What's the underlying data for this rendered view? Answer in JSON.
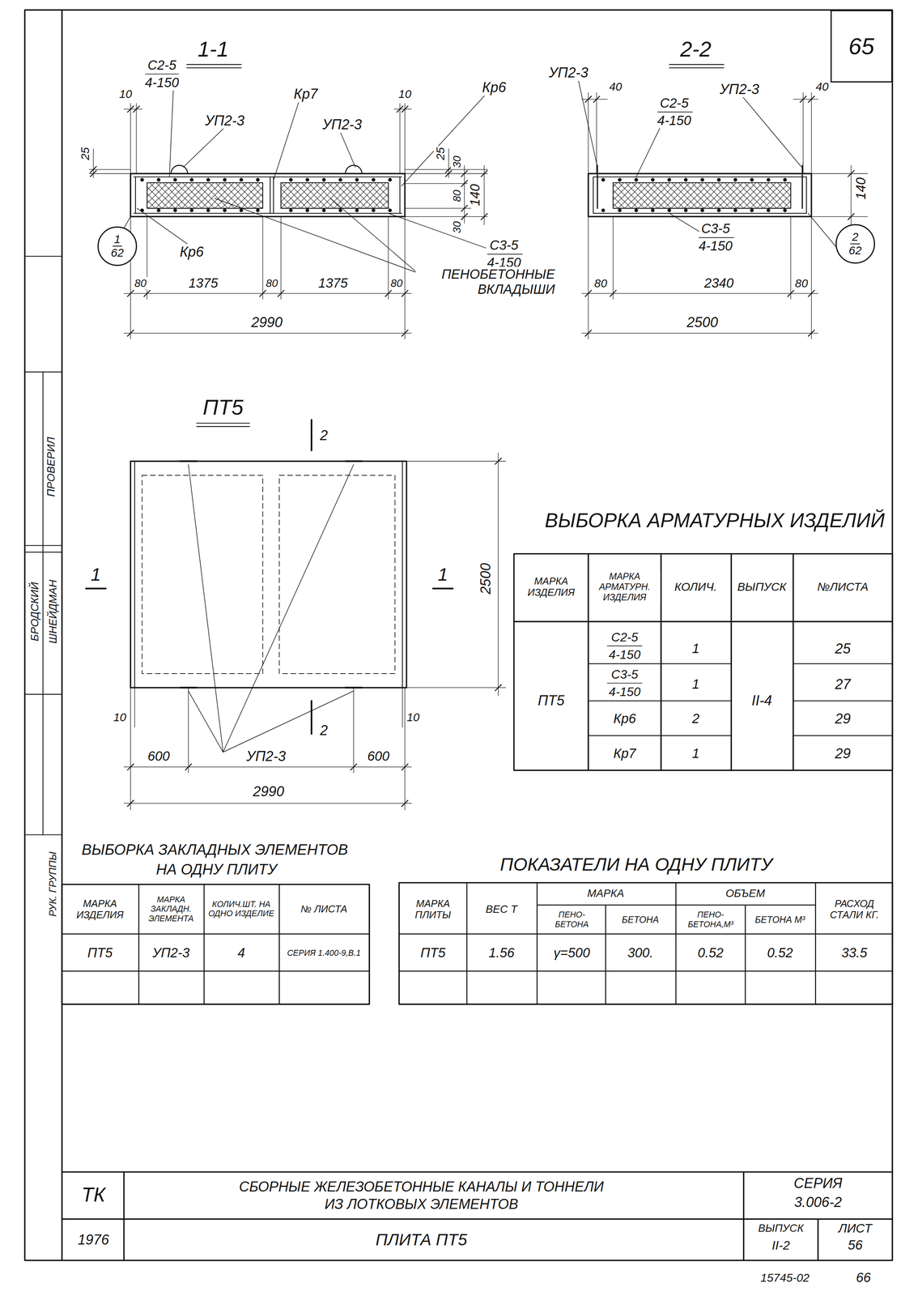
{
  "diagram": {
    "nodes": [
      {
        "text": [
          "65"
        ]
      },
      {
        "text": [
          "1",
          "62"
        ]
      },
      {
        "text": [
          "2",
          "62"
        ]
      }
    ],
    "labels": [
      "1-1",
      "С2-5",
      "4-150",
      "10",
      "УП2-3",
      "Кр7",
      "УП2-3",
      "10",
      "Кр6",
      "25",
      "25",
      "30",
      "80",
      "30",
      "140",
      "С3-5",
      "4-150",
      "Кр6",
      "ПЕНОБЕТОННЫЕ ВКЛАДЫШИ",
      "80",
      "1375",
      "80",
      "1375",
      "80",
      "2990",
      "2-2",
      "УП2-3",
      "УП2-3",
      "40",
      "40",
      "С2-5",
      "4-150",
      "140",
      "С3-5",
      "4-150",
      "80",
      "2340",
      "80",
      "2500",
      "ПТ5",
      "2",
      "1",
      "1",
      "2500",
      "2",
      "10",
      "10",
      "600",
      "УП2-3",
      "600",
      "2990",
      "ВЫБОРКА АРМАТУРНЫХ ИЗДЕЛИЙ",
      "МАРКА ИЗДЕЛИЯ",
      "МАРКА АРМАТУРН. ИЗДЕЛИЯ",
      "КОЛИЧ.",
      "ВЫПУСК",
      "№ЛИСТА",
      "ПТ5",
      "С2-5",
      "4-150",
      "1",
      "25",
      "С3-5",
      "4-150",
      "1",
      "II-4",
      "27",
      "Кр6",
      "2",
      "29",
      "Кр7",
      "1",
      "29",
      "ВЫБОРКА ЗАКЛАДНЫХ ЭЛЕМЕНТОВ",
      "НА ОДНУ ПЛИТУ",
      "МАРКА ИЗДЕЛИЯ",
      "МАРКА ЗАКЛАДН. ЭЛЕМЕНТА",
      "КОЛИЧ.ШТ. НА ОДНО ИЗДЕЛИЕ",
      "№ ЛИСТА",
      "ПТ5",
      "УП2-3",
      "4",
      "СЕРИЯ 1.400-9,В.1",
      "ПОКАЗАТЕЛИ НА ОДНУ ПЛИТУ",
      "МАРКА ПЛИТЫ",
      "ВЕС Т",
      "МАРКА",
      "ПЕНО- БЕТОНА",
      "БЕТОНА",
      "ОБЪЕМ",
      "ПЕНО- БЕТОНА,М³",
      "БЕТОНА М³",
      "РАСХОД СТАЛИ КГ.",
      "ПТ5",
      "1.56",
      "γ=500",
      "300.",
      "0.52",
      "0.52",
      "33.5",
      "ТК",
      "1976",
      "СБОРНЫЕ ЖЕЛЕЗОБЕТОННЫЕ КАНАЛЫ И ТОННЕЛИ",
      "ИЗ ЛОТКОВЫХ ЭЛЕМЕНТОВ",
      "ПЛИТА ПТ5",
      "СЕРИЯ",
      "3.006-2",
      "ВЫПУСК",
      "II-2",
      "ЛИСТ",
      "56",
      "15745-02",
      "66",
      "ПРОВЕРИЛ",
      "БРОДСКИЙ",
      "ШНЕЙДМАН",
      "РУК. ГРУППЫ"
    ]
  }
}
